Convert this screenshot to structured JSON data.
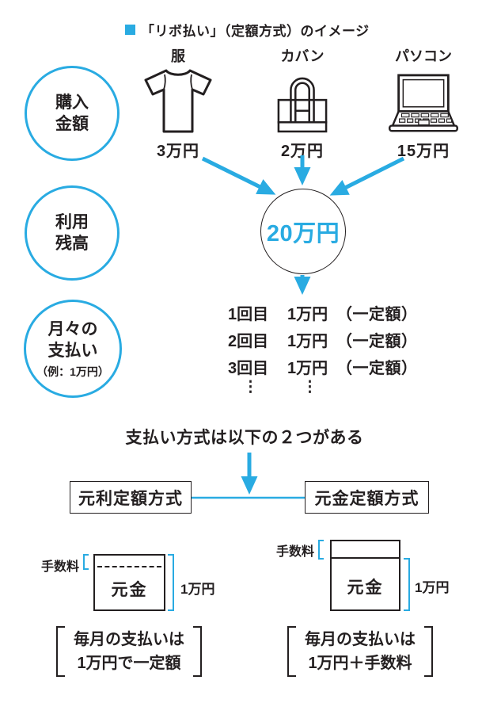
{
  "colors": {
    "accent": "#29abe2",
    "ink": "#231f20"
  },
  "title": {
    "text": "「リボ払い」（定額方式）のイメージ"
  },
  "stages": {
    "purchase": {
      "line1": "購入",
      "line2": "金額"
    },
    "balance": {
      "line1": "利用",
      "line2": "残高"
    },
    "monthly": {
      "line1": "月々の",
      "line2": "支払い",
      "note": "（例：1万円）"
    }
  },
  "items": [
    {
      "label": "服",
      "price": "3万円",
      "icon": "tshirt-icon"
    },
    {
      "label": "カバン",
      "price": "2万円",
      "icon": "bag-icon"
    },
    {
      "label": "パソコン",
      "price": "15万円",
      "icon": "laptop-icon"
    }
  ],
  "balance_total": "20万円",
  "payments": {
    "rows": [
      {
        "no": "1回目",
        "amount": "1万円",
        "note": "（一定額）"
      },
      {
        "no": "2回目",
        "amount": "1万円",
        "note": "（一定額）"
      },
      {
        "no": "3回目",
        "amount": "1万円",
        "note": "（一定額）"
      }
    ],
    "ellipsis": "⋮"
  },
  "methods": {
    "heading": "支払い方式は以下の２つがある",
    "left": {
      "name": "元利定額方式",
      "fee_label": "手数料",
      "principal_label": "元金",
      "amount_label": "1万円",
      "caption_line1": "毎月の支払いは",
      "caption_line2": "1万円で一定額"
    },
    "right": {
      "name": "元金定額方式",
      "fee_label": "手数料",
      "principal_label": "元金",
      "amount_label": "1万円",
      "caption_line1": "毎月の支払いは",
      "caption_line2": "1万円＋手数料"
    }
  }
}
